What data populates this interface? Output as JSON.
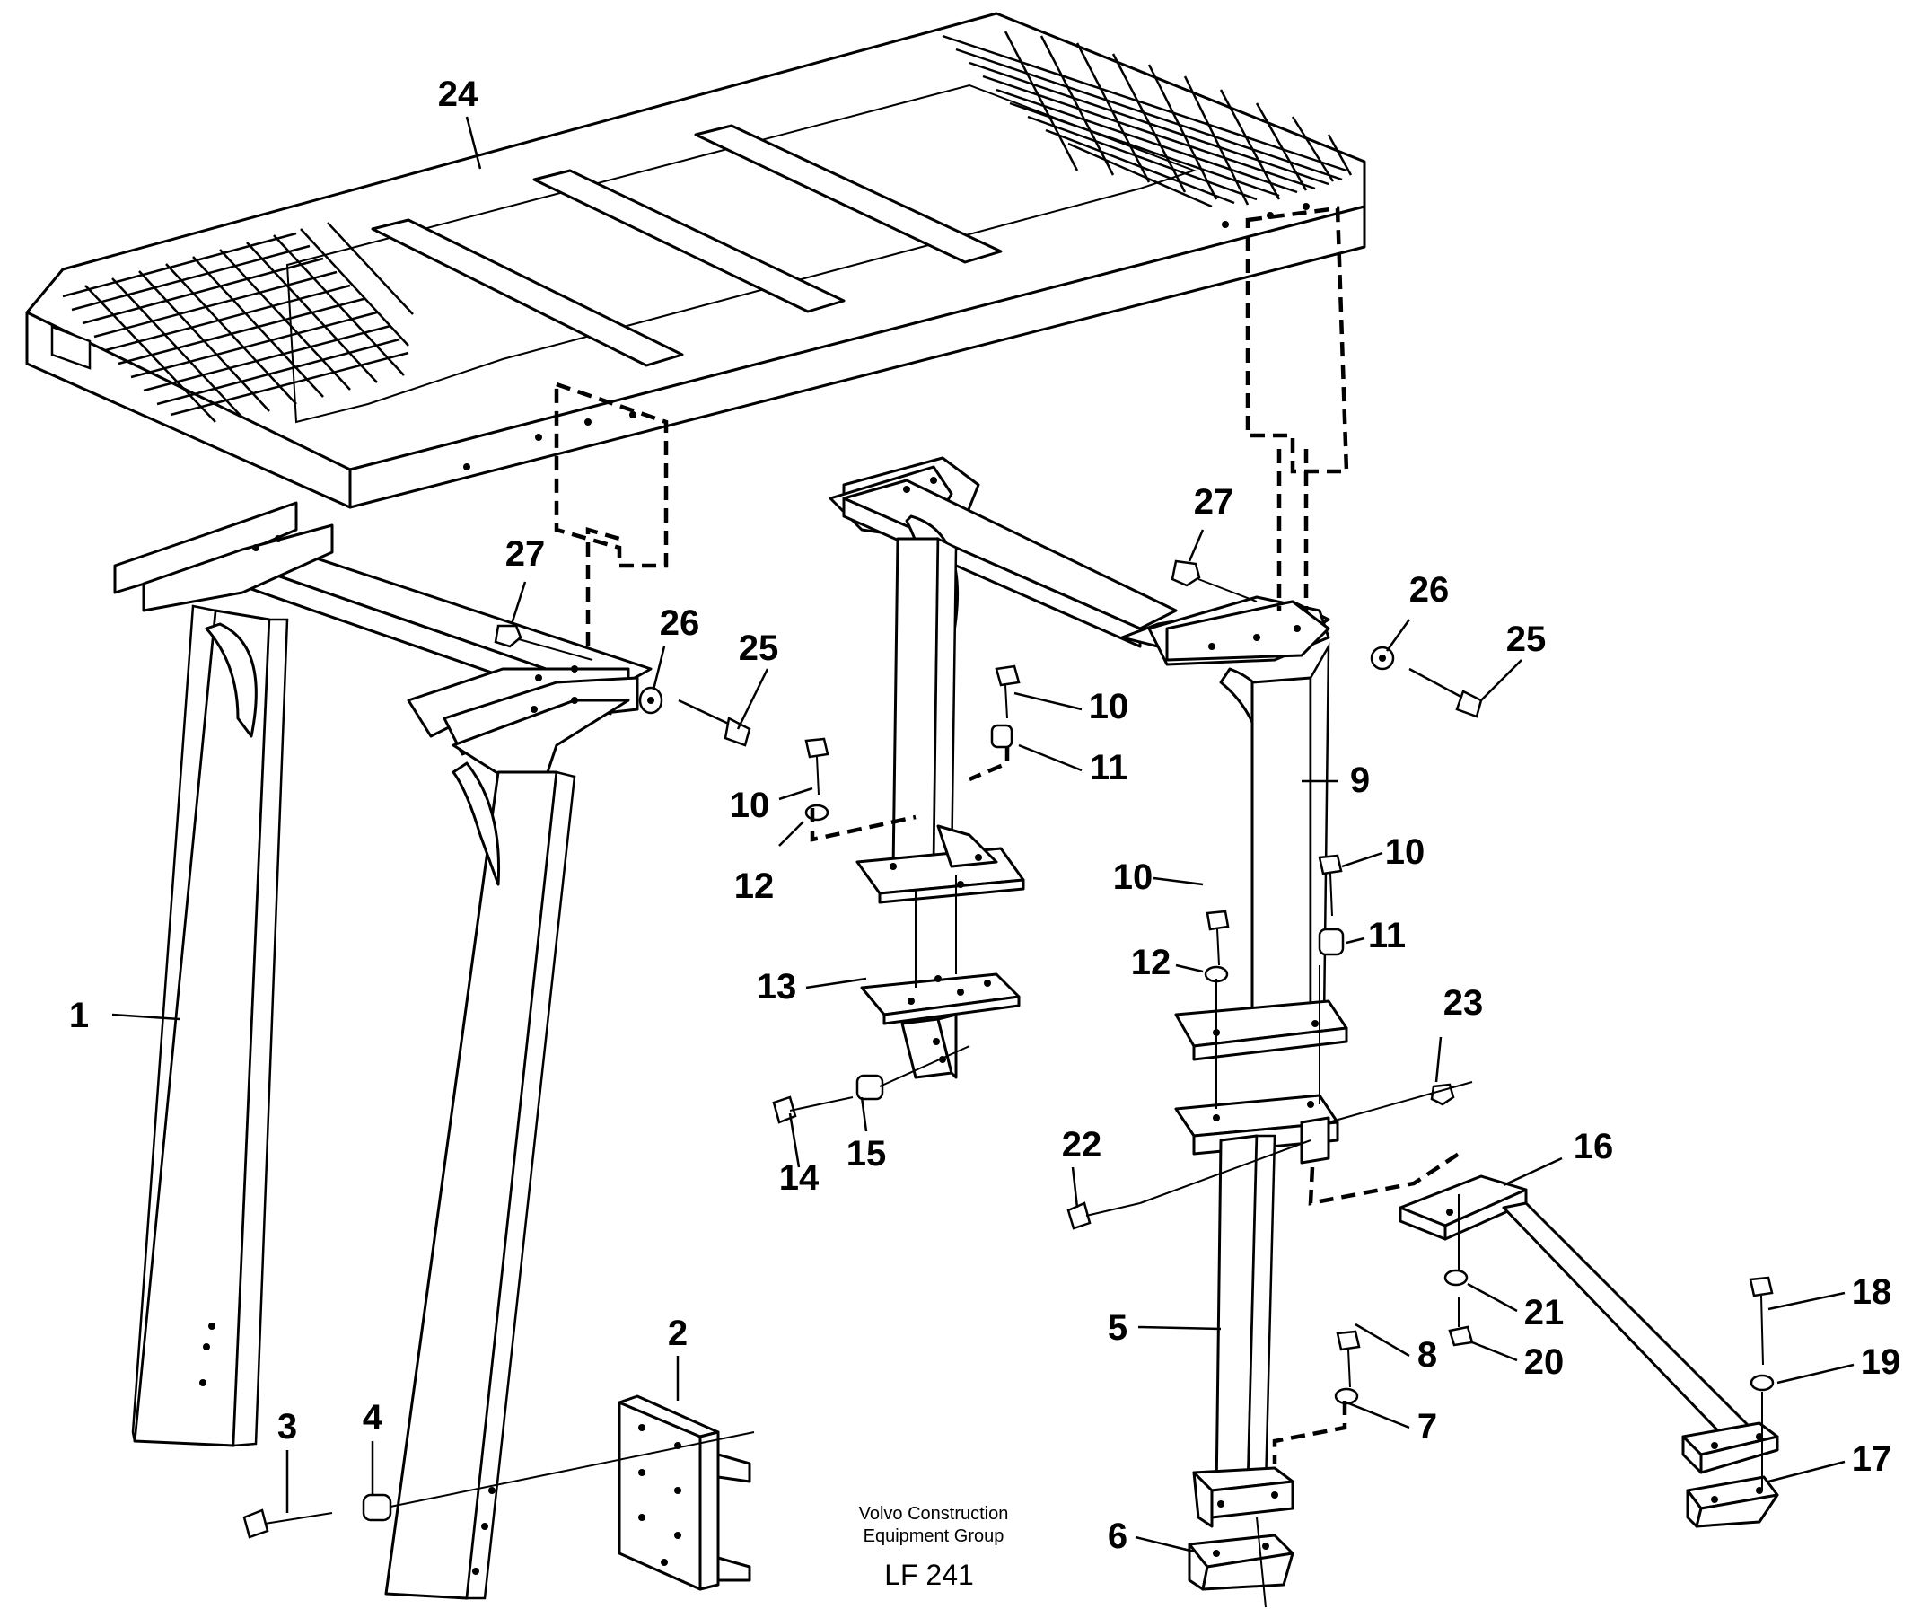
{
  "callouts": {
    "c1": "1",
    "c2": "2",
    "c3": "3",
    "c4": "4",
    "c5": "5",
    "c6": "6",
    "c7": "7",
    "c8": "8",
    "c9": "9",
    "c10a": "10",
    "c10b": "10",
    "c10c": "10",
    "c10d": "10",
    "c11a": "11",
    "c11b": "11",
    "c12a": "12",
    "c12b": "12",
    "c13": "13",
    "c14": "14",
    "c15": "15",
    "c16": "16",
    "c17": "17",
    "c18": "18",
    "c19": "19",
    "c20": "20",
    "c21": "21",
    "c22": "22",
    "c23": "23",
    "c24": "24",
    "c25a": "25",
    "c25b": "25",
    "c26a": "26",
    "c26b": "26",
    "c27a": "27",
    "c27b": "27"
  },
  "footer": {
    "company_line1": "Volvo Construction",
    "company_line2": "Equipment Group",
    "drawing_code": "LF 241"
  }
}
